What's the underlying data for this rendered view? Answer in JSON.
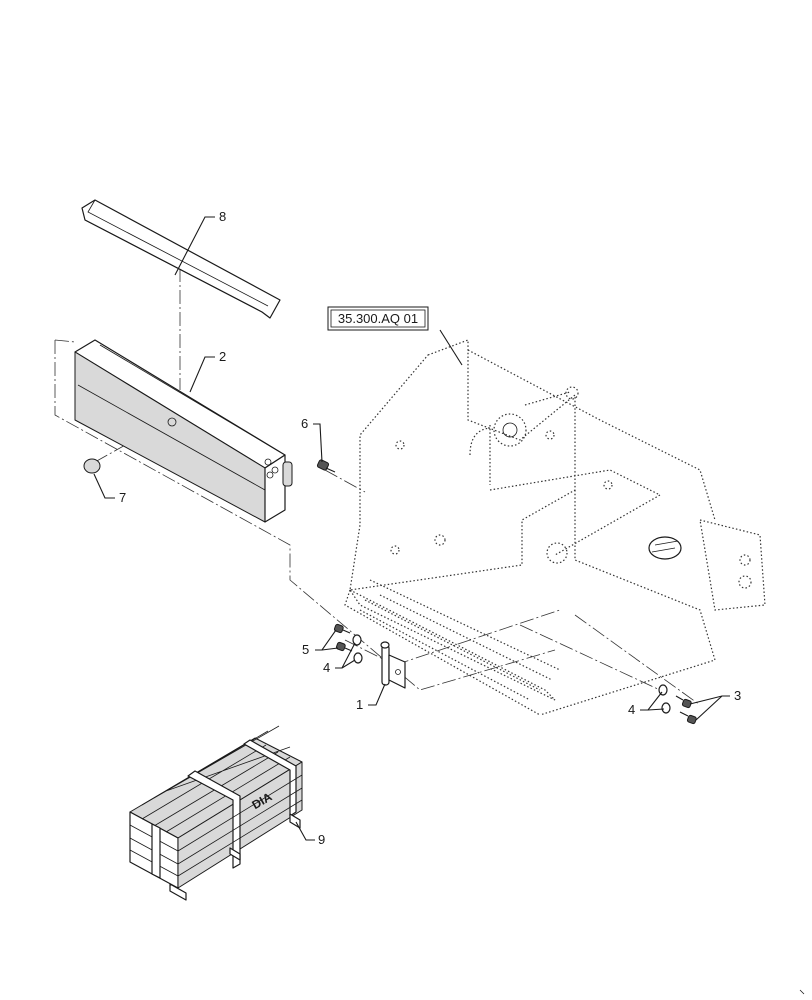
{
  "reference_box": {
    "text": "35.300.AQ 01"
  },
  "callouts": [
    {
      "id": "1",
      "text": "1"
    },
    {
      "id": "2",
      "text": "2"
    },
    {
      "id": "3",
      "text": "3"
    },
    {
      "id": "4a",
      "text": "4"
    },
    {
      "id": "4b",
      "text": "4"
    },
    {
      "id": "5",
      "text": "5"
    },
    {
      "id": "6",
      "text": "6"
    },
    {
      "id": "7",
      "text": "7"
    },
    {
      "id": "8",
      "text": "8"
    },
    {
      "id": "9",
      "text": "9"
    }
  ],
  "crate": {
    "logo": "DIA"
  }
}
